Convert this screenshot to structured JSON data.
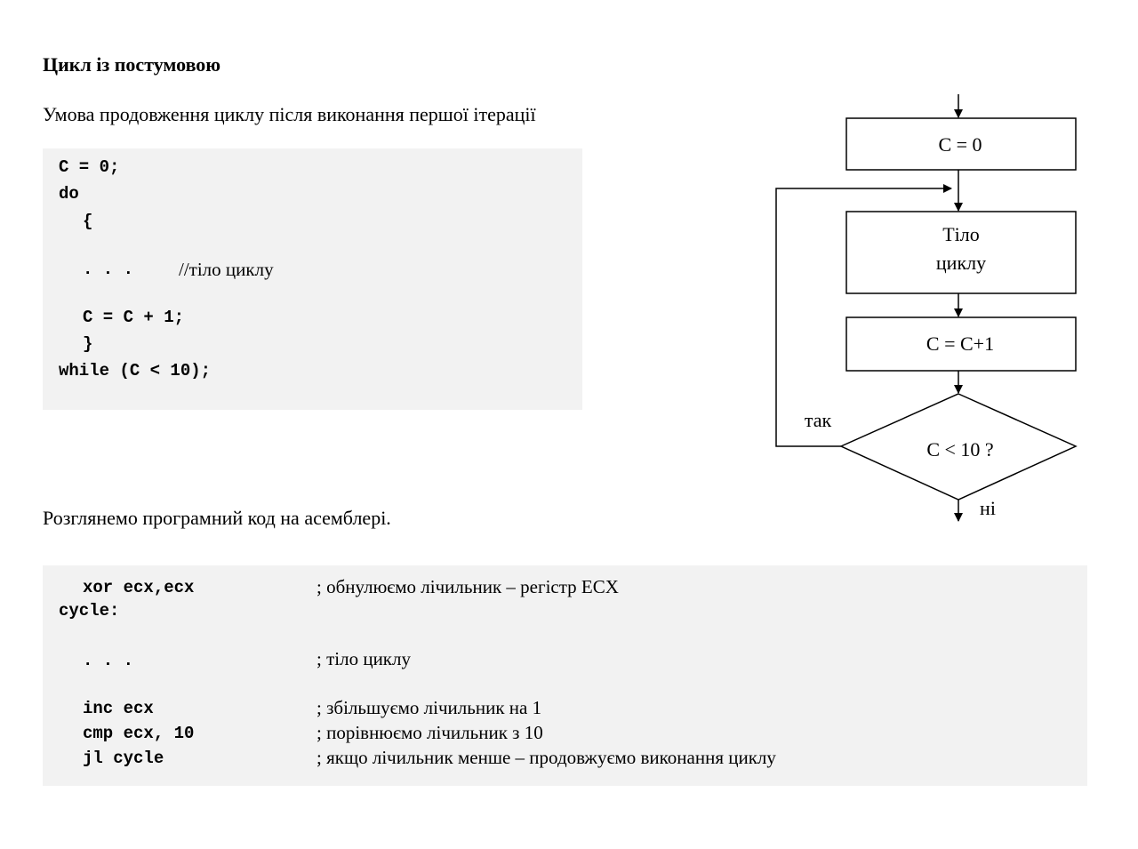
{
  "heading": "Цикл із постумовою",
  "intro": "Умова продовження циклу після виконання першої ітерації",
  "c_code": {
    "line1": "C = 0;",
    "line2": "do",
    "line3": "{",
    "line4_dots": ". . .",
    "line4_comment": "//тіло циклу",
    "line5": "C = C + 1;",
    "line6": "}",
    "line7": "while (C < 10);"
  },
  "asm_intro": "Розглянемо програмний код на асемблері.",
  "asm_code": [
    {
      "code": "xor ecx,ecx",
      "comment": "; обнулюємо лічильник – регістр ECX"
    },
    {
      "code": "cycle:",
      "comment": ""
    },
    {
      "code": ". . .",
      "comment": "; тіло циклу"
    },
    {
      "code": "inc ecx",
      "comment": "; збільшуємо лічильник на 1"
    },
    {
      "code": "cmp ecx, 10",
      "comment": "; порівнюємо лічильник з 10"
    },
    {
      "code": "jl cycle",
      "comment": "; якщо лічильник менше – продовжуємо виконання циклу"
    }
  ],
  "flowchart": {
    "init": "C = 0",
    "body_line1": "Тіло",
    "body_line2": "циклу",
    "increment": "C = C+1",
    "condition": "C < 10 ?",
    "yes_label": "так",
    "no_label": "ні"
  }
}
